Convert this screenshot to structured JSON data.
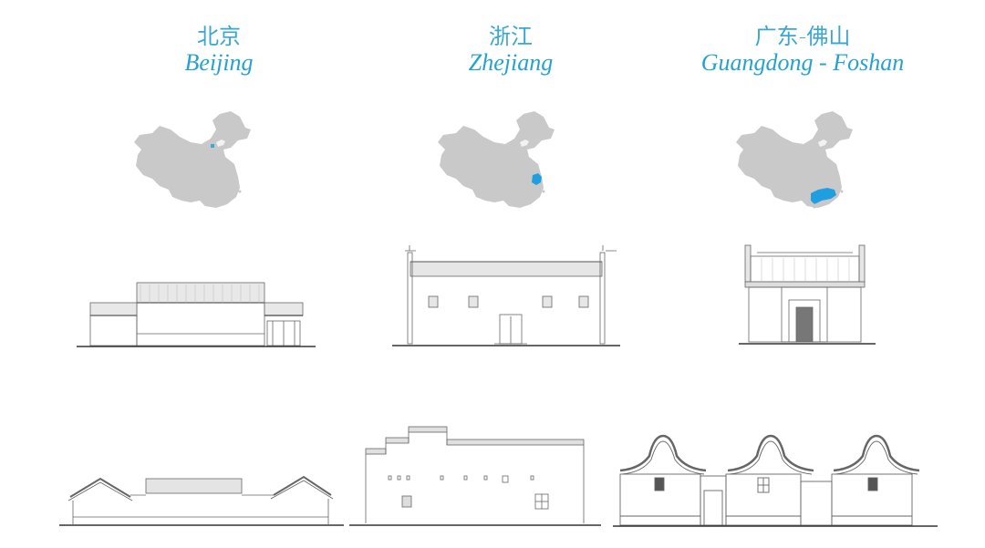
{
  "columns": [
    {
      "key": "beijing",
      "title_zh": "北京",
      "title_en": "Beijing",
      "map_highlight": "Beijing",
      "elevations": [
        "front-elevation",
        "side-elevation"
      ]
    },
    {
      "key": "zhejiang",
      "title_zh": "浙江",
      "title_en": "Zhejiang",
      "map_highlight": "Zhejiang",
      "elevations": [
        "front-elevation",
        "side-elevation"
      ]
    },
    {
      "key": "foshan",
      "title_zh": "广东-佛山",
      "title_en": "Guangdong - Foshan",
      "map_highlight": "Guangdong",
      "elevations": [
        "front-elevation",
        "side-elevation"
      ]
    }
  ],
  "colors": {
    "title": "#2aa3cf",
    "map_fill": "#c8c8c8",
    "highlight": "#1f9fe0",
    "line": "#555555"
  }
}
